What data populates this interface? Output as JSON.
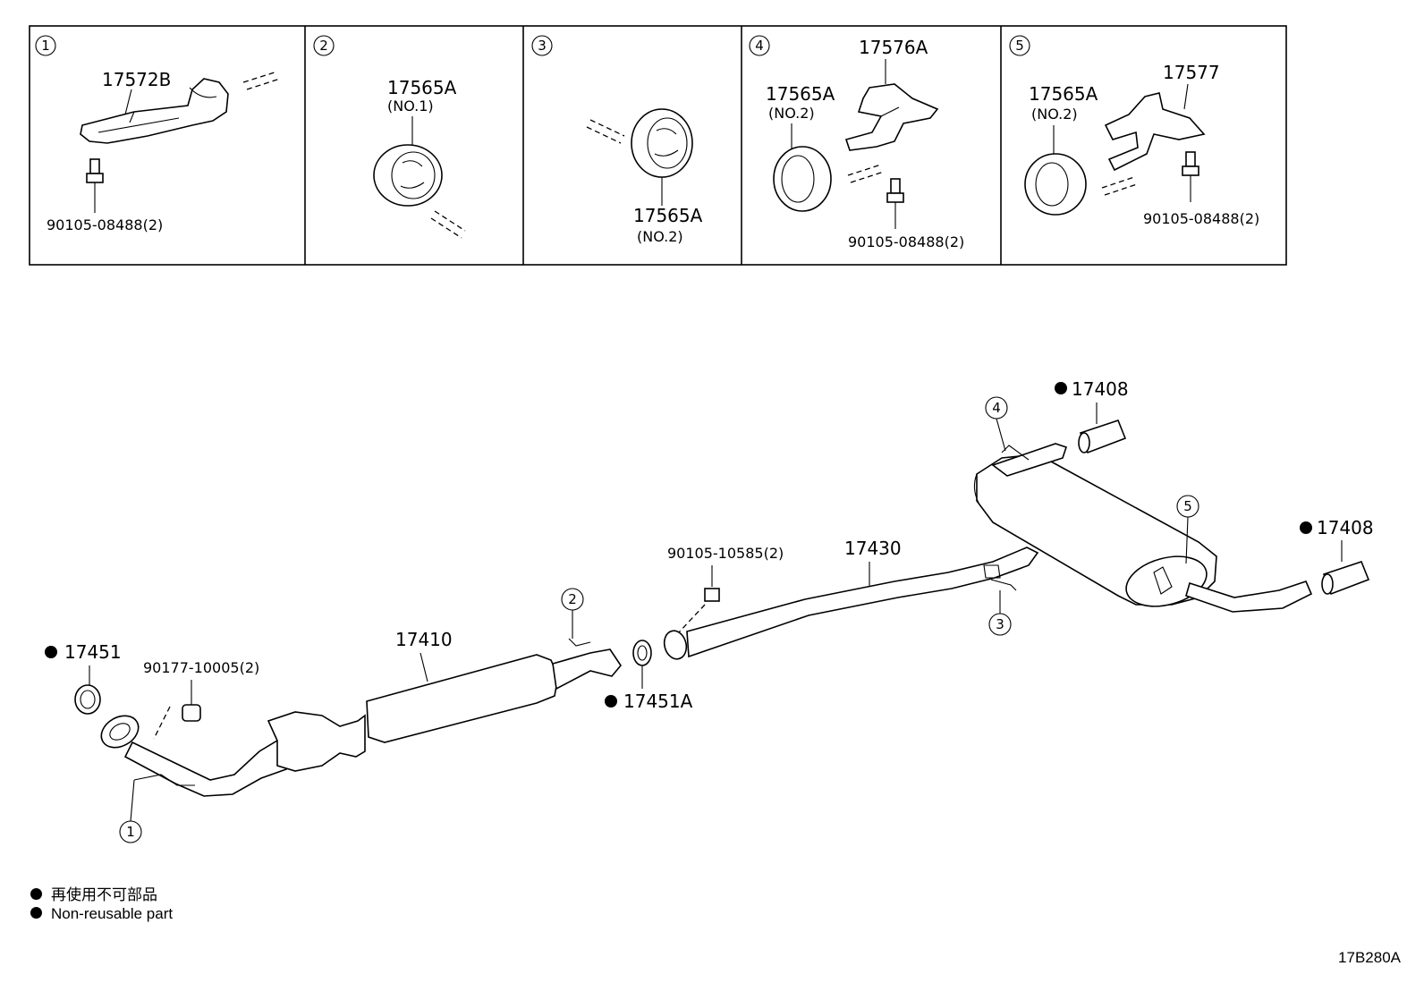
{
  "panels": [
    {
      "num": "1",
      "parts": [
        "17572B",
        "90105-08488(2)"
      ]
    },
    {
      "num": "2",
      "parts": [
        "17565A",
        "(NO.1)"
      ]
    },
    {
      "num": "3",
      "parts": [
        "17565A",
        "(NO.2)"
      ]
    },
    {
      "num": "4",
      "parts": [
        "17565A",
        "(NO.2)",
        "17576A",
        "90105-08488(2)"
      ]
    },
    {
      "num": "5",
      "parts": [
        "17565A",
        "(NO.2)",
        "17577",
        "90105-08488(2)"
      ]
    }
  ],
  "main_parts": {
    "p17451": "17451",
    "p90177": "90177-10005(2)",
    "p17410": "17410",
    "p17451A": "17451A",
    "p90105_10585": "90105-10585(2)",
    "p17430": "17430",
    "p17408_top": "17408",
    "p17408_right": "17408"
  },
  "callouts": {
    "c1": "1",
    "c2": "2",
    "c3": "3",
    "c4": "4",
    "c5": "5"
  },
  "legend": {
    "jp": "再使用不可部品",
    "en": "Non-reusable part"
  },
  "figure_code": "17B280A"
}
